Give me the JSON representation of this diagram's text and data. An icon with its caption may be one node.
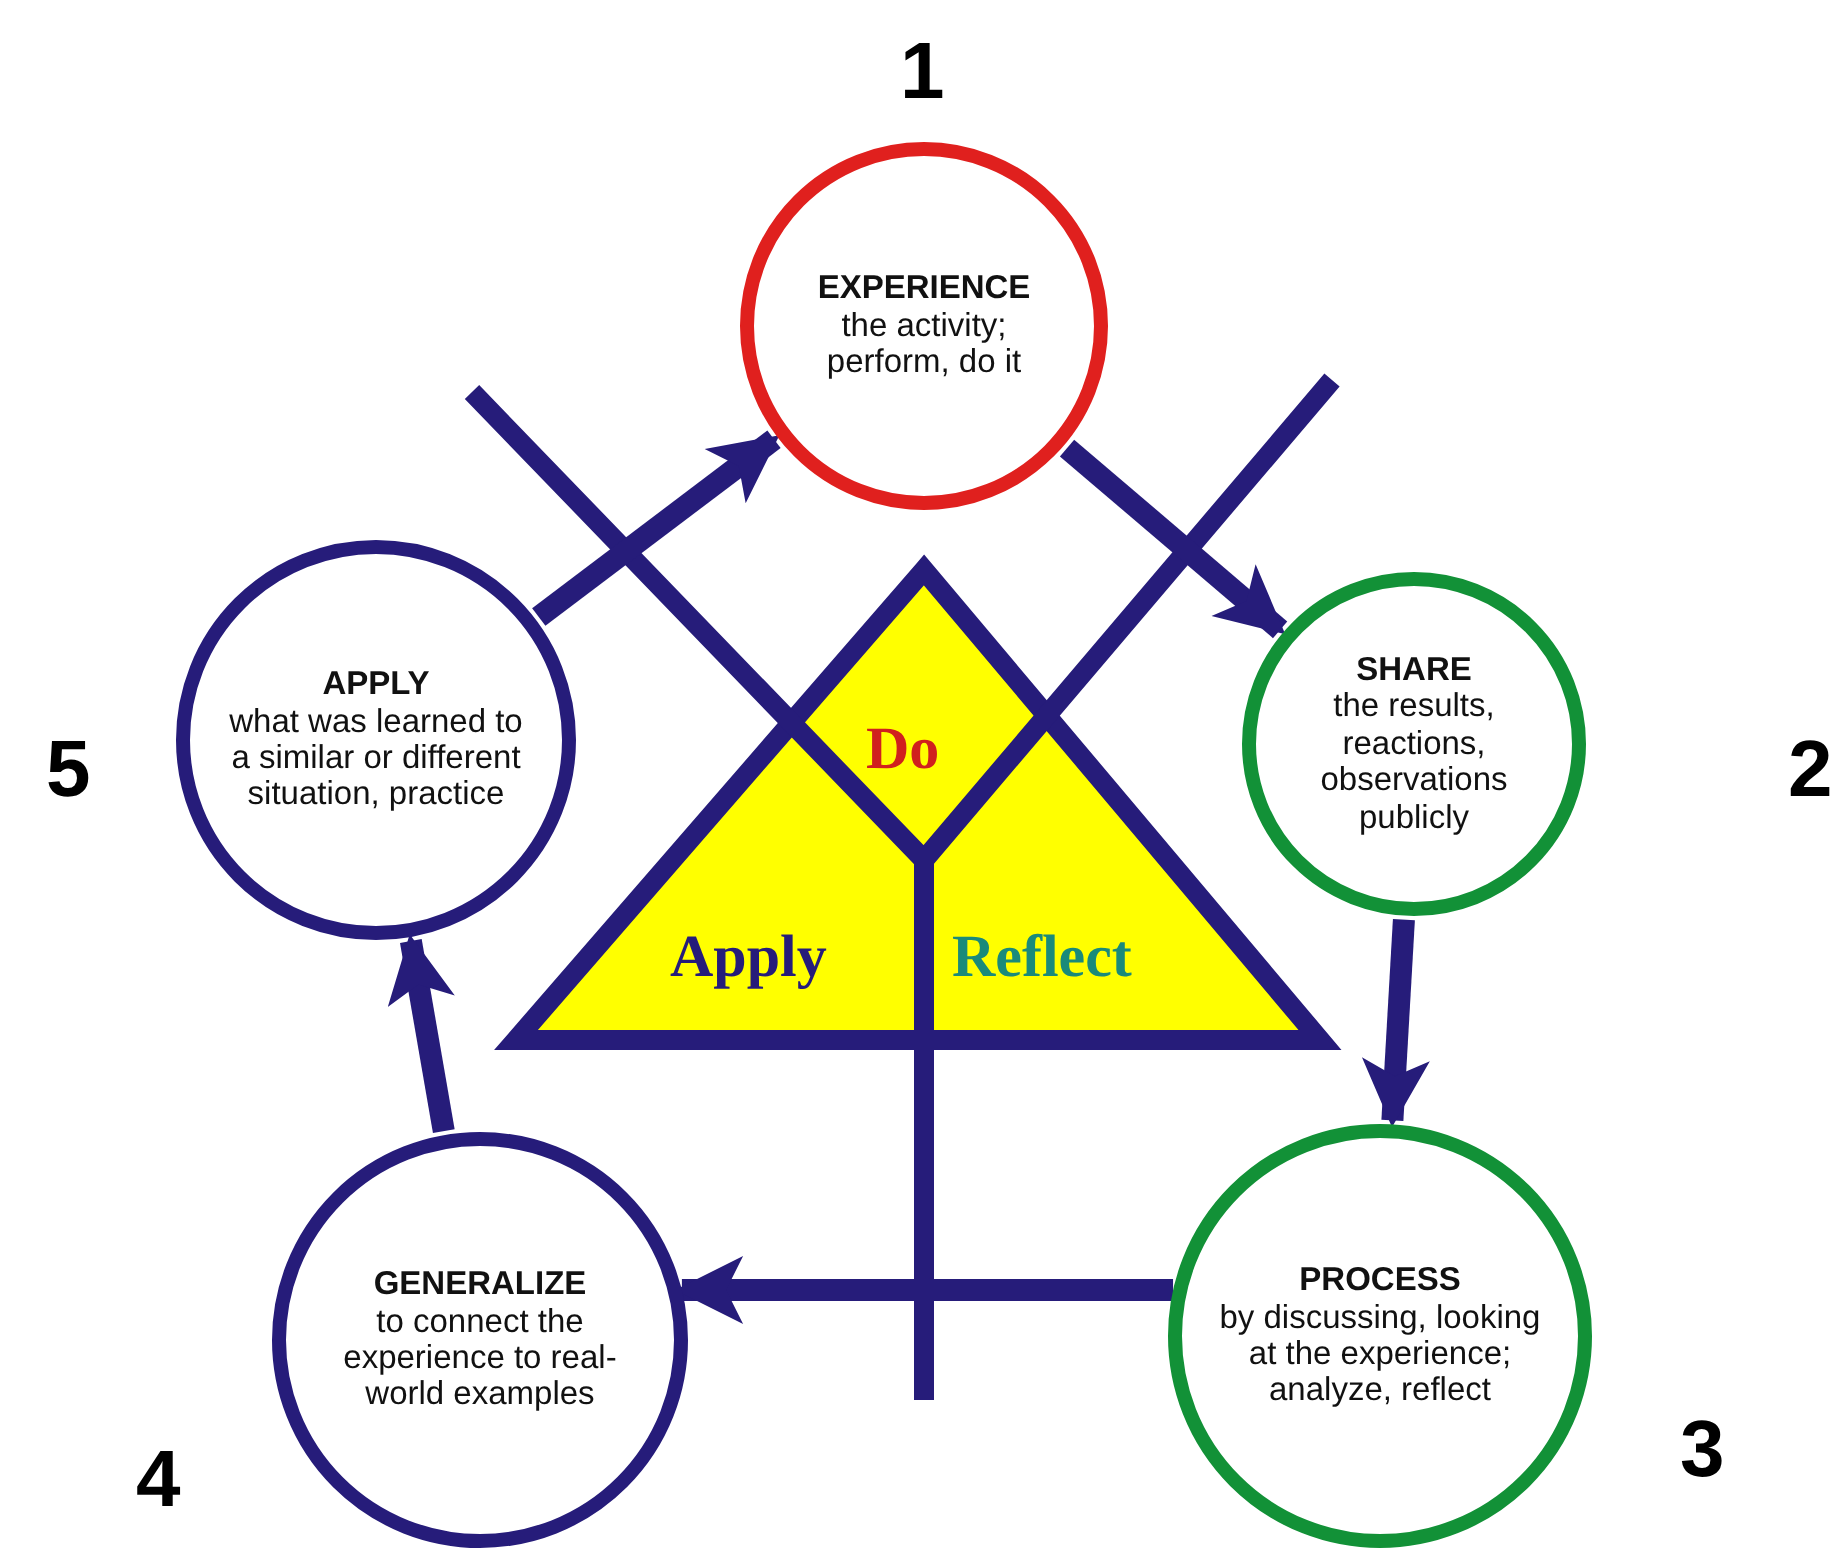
{
  "diagram": {
    "nodes": [
      {
        "text": [
          "EXPERIENCE",
          "the activity; perform, do it"
        ],
        "beside": [
          "1"
        ]
      },
      {
        "text": [
          "SHARE",
          "the results, reactions, observations publicly"
        ],
        "beside": [
          "2"
        ]
      },
      {
        "text": [
          "PROCESS",
          "by discussing, looking at the experience; analyze, reflect"
        ],
        "beside": [
          "3"
        ]
      },
      {
        "text": [
          "GENERALIZE",
          "to connect the experience to real-world examples"
        ],
        "beside": [
          "4"
        ]
      },
      {
        "text": [
          "APPLY",
          "what was learned to a similar or different situation, practice"
        ],
        "beside": [
          "5"
        ]
      },
      {
        "text": [
          "Do",
          "Apply",
          "Reflect"
        ]
      }
    ],
    "edges": [
      {
        "from": 0,
        "to": 1,
        "arrow": "to"
      },
      {
        "from": 1,
        "to": 2,
        "arrow": "to"
      },
      {
        "from": 2,
        "to": 3,
        "arrow": "to"
      },
      {
        "from": 3,
        "to": 4,
        "arrow": "to"
      },
      {
        "from": 4,
        "to": 0,
        "arrow": "to"
      }
    ]
  }
}
